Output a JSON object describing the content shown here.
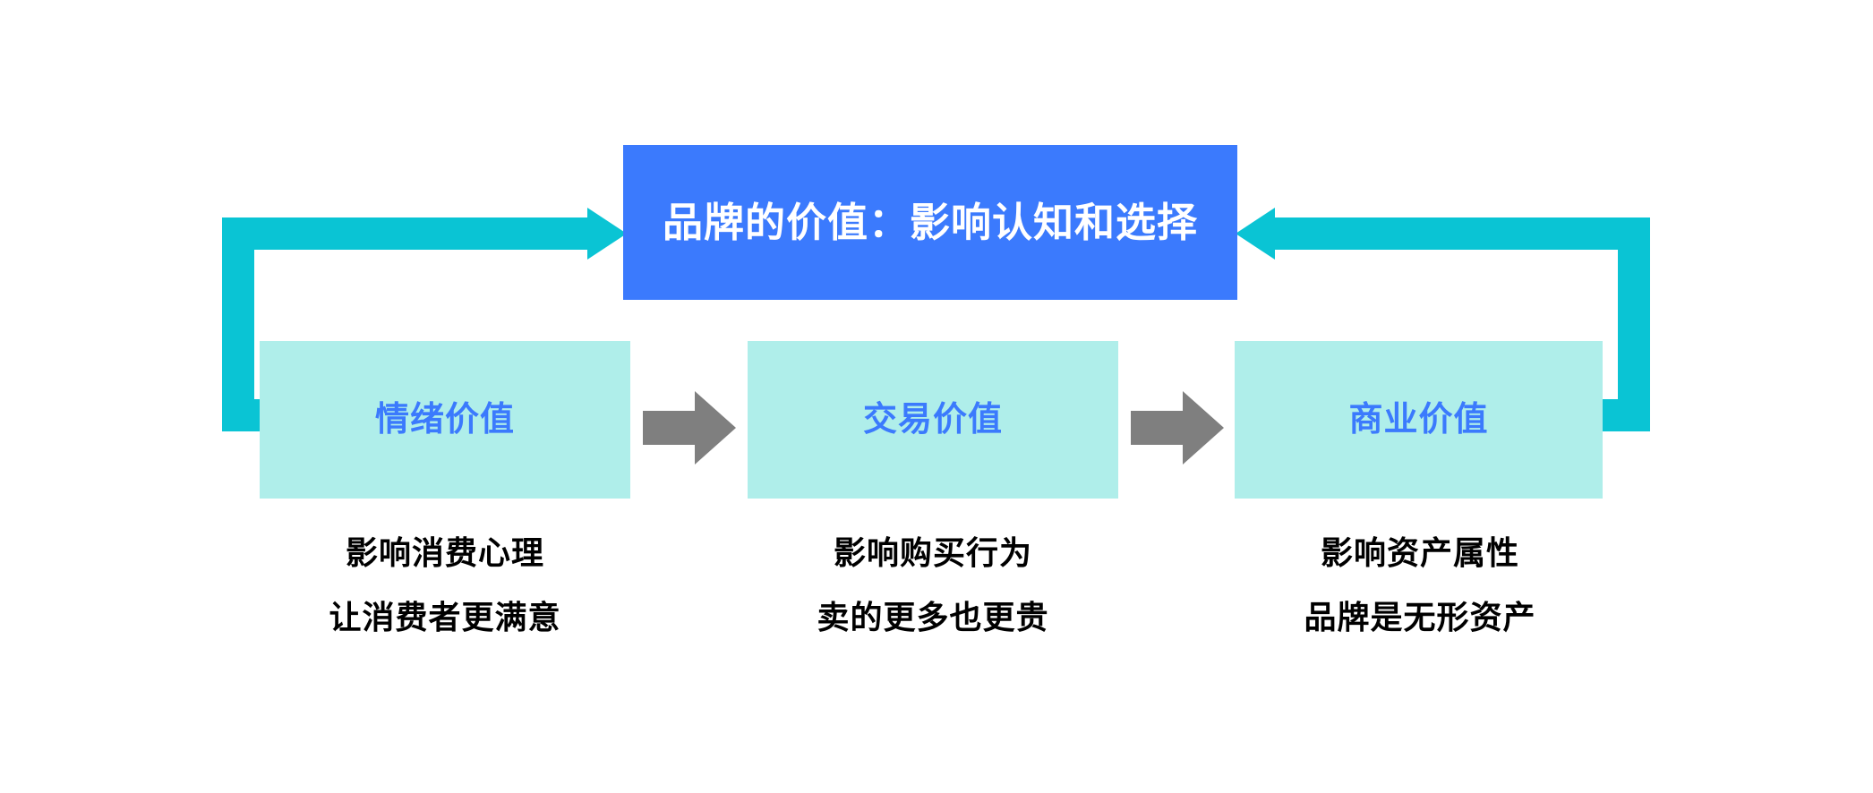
{
  "diagram": {
    "header": {
      "title": "品牌的价值：影响认知和选择",
      "bg_color": "#3b7afd",
      "text_color": "#ffffff"
    },
    "stages": [
      {
        "label": "情绪价值",
        "caption_lines": [
          "影响消费心理",
          "让消费者更满意"
        ]
      },
      {
        "label": "交易价值",
        "caption_lines": [
          "影响购买行为",
          "卖的更多也更贵"
        ]
      },
      {
        "label": "商业价值",
        "caption_lines": [
          "影响资产属性",
          "品牌是无形资产"
        ]
      }
    ],
    "connectors": {
      "stage_arrow_color": "#7f7f7f",
      "feedback_loop_color": "#0ac4d4",
      "card_bg_color": "#afeeea",
      "card_text_color": "#3b7afd"
    }
  }
}
